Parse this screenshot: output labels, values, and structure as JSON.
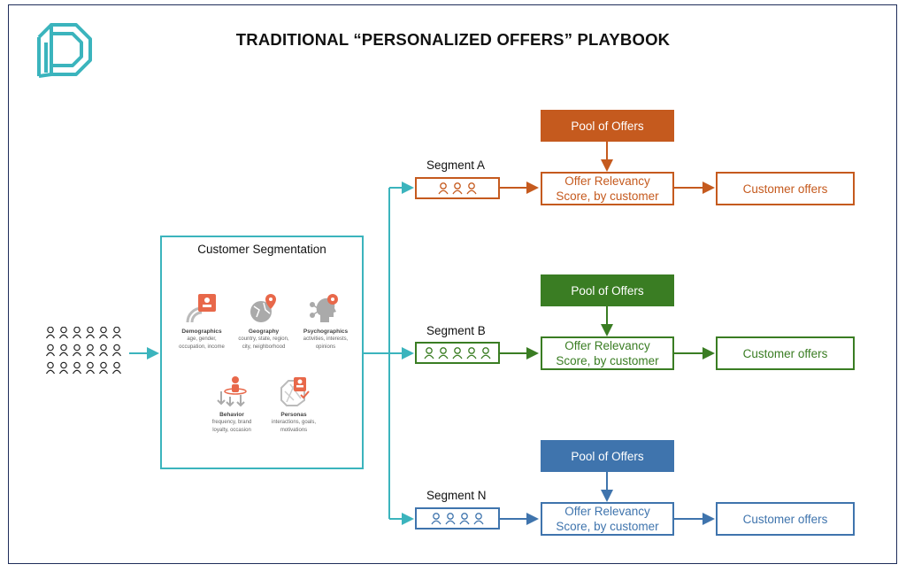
{
  "title": "TRADITIONAL “PERSONALIZED OFFERS” PLAYBOOK",
  "logo": {
    "icon": "hexagon-p-logo",
    "color": "#3bb4bd"
  },
  "customer_segmentation": {
    "title": "Customer Segmentation",
    "categories": [
      {
        "name": "Demographics",
        "desc1": "age, gender,",
        "desc2": "occupation, income",
        "icon": "id-card-icon"
      },
      {
        "name": "Geography",
        "desc1": "country, state, region,",
        "desc2": "city, neighborhood",
        "icon": "globe-pin-icon"
      },
      {
        "name": "Psychographics",
        "desc1": "activities, interests,",
        "desc2": "opinions",
        "icon": "head-gear-icon"
      },
      {
        "name": "Behavior",
        "desc1": "frequency, brand",
        "desc2": "loyalty, occasion",
        "icon": "person-arrows-icon"
      },
      {
        "name": "Personas",
        "desc1": "interactions, goals,",
        "desc2": "motivations",
        "icon": "badge-check-icon"
      }
    ]
  },
  "colors": {
    "teal": "#3bb4bd",
    "orange": "#c55a1e",
    "green": "#3a7d23",
    "blue": "#3f74ad"
  },
  "segments": [
    {
      "label": "Segment A",
      "pool": "Pool of Offers",
      "score_line1": "Offer Relevancy",
      "score_line2": "Score, by customer",
      "output": "Customer offers"
    },
    {
      "label": "Segment B",
      "pool": "Pool of Offers",
      "score_line1": "Offer Relevancy",
      "score_line2": "Score, by customer",
      "output": "Customer offers"
    },
    {
      "label": "Segment N",
      "pool": "Pool of Offers",
      "score_line1": "Offer Relevancy",
      "score_line2": "Score, by customer",
      "output": "Customer offers"
    }
  ]
}
